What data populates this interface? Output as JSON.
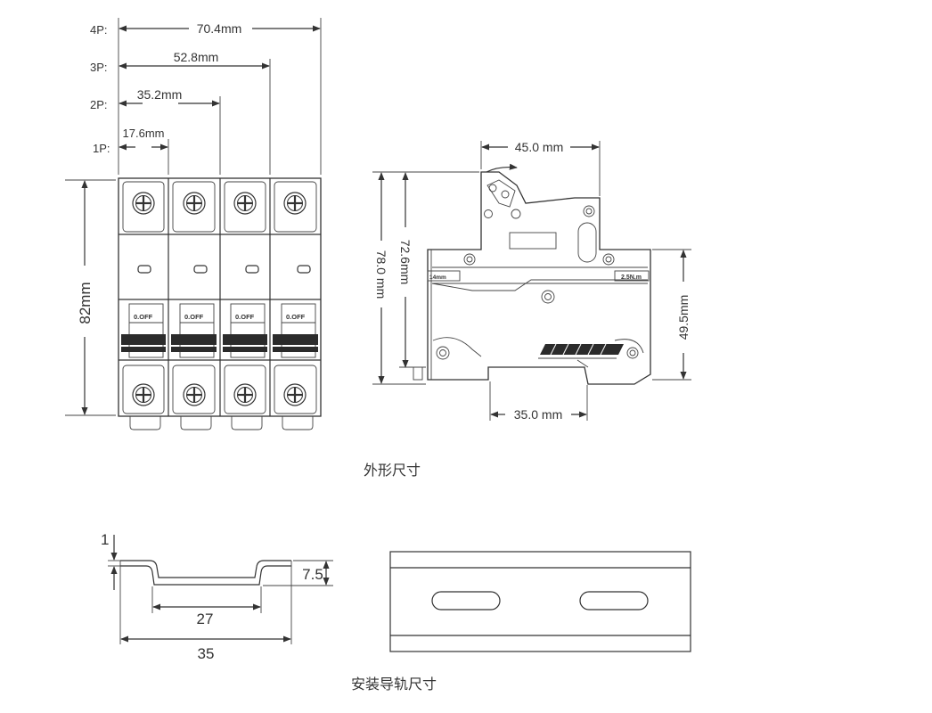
{
  "front_view": {
    "pole_labels": [
      "4P:",
      "3P:",
      "2P:",
      "1P:"
    ],
    "width_labels": [
      "70.4mm",
      "52.8mm",
      "35.2mm",
      "17.6mm"
    ],
    "height_label": "82mm",
    "handle_text": "0.OFF"
  },
  "side_view": {
    "top_width": "45.0 mm",
    "bottom_width": "35.0 mm",
    "overall_height": "78.0 mm",
    "inner_height": "72.6mm",
    "front_height": "49.5mm",
    "left_badge": "14mm",
    "right_badge": "2.5N.m"
  },
  "caption_dimensions": "外形尺寸",
  "rail_profile": {
    "thickness": "1",
    "depth": "7.5",
    "inner_width": "27",
    "outer_width": "35"
  },
  "caption_rail": "安装导轨尺寸"
}
